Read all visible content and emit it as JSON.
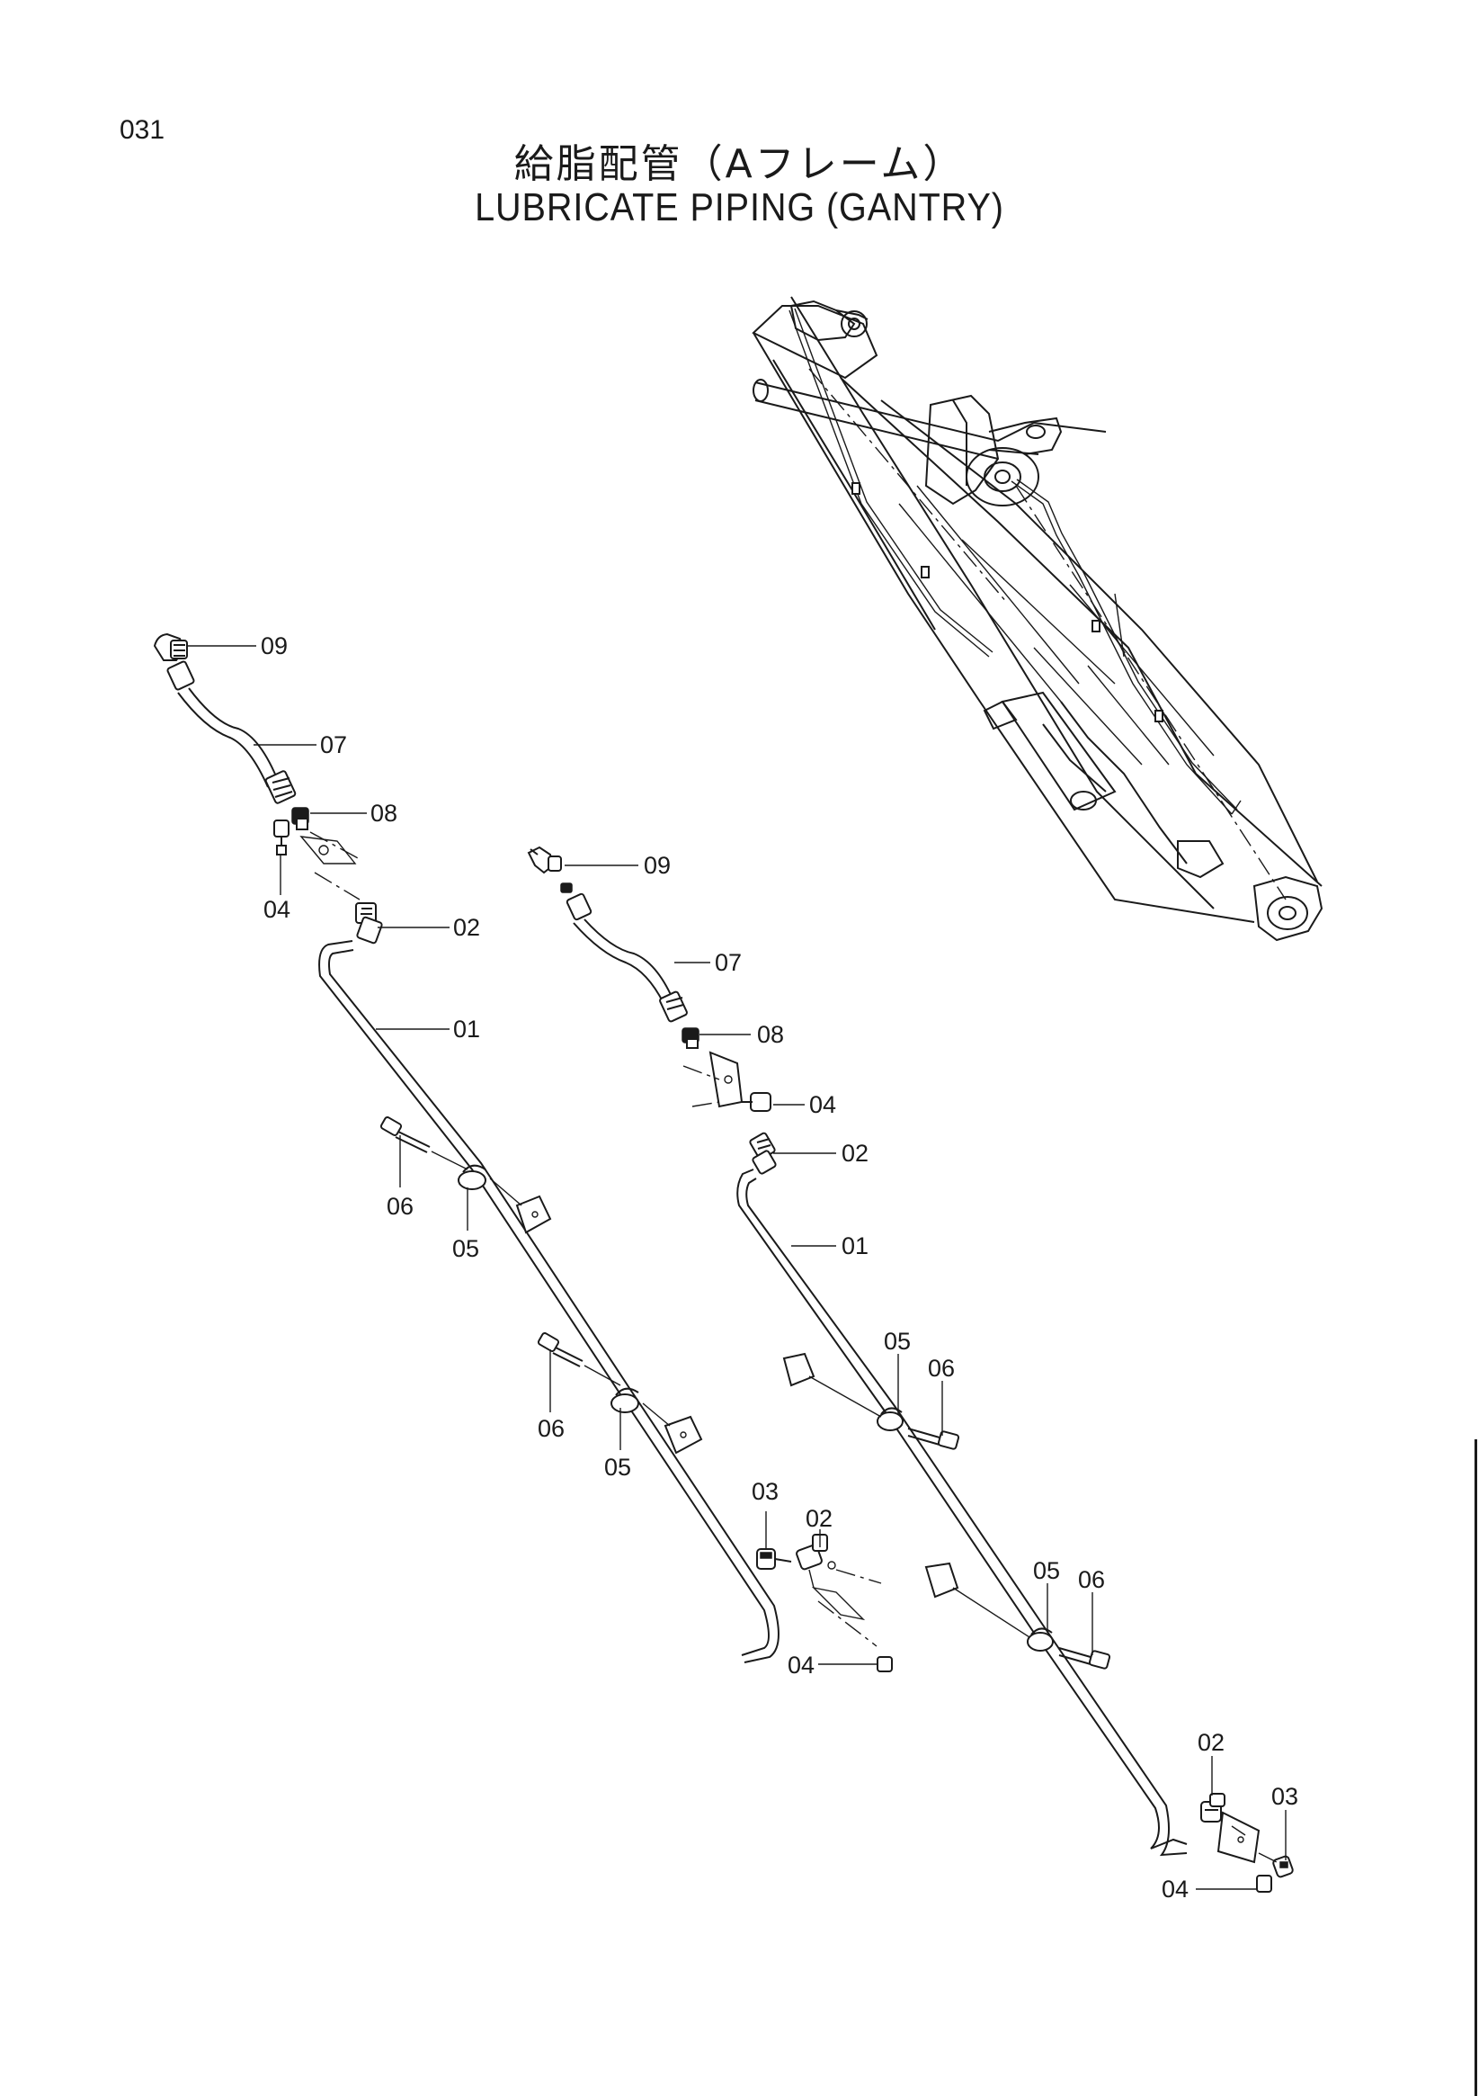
{
  "page": {
    "number": "031",
    "title_jp": "給脂配管（Aフレーム）",
    "title_en": "LUBRICATE PIPING (GANTRY)"
  },
  "colors": {
    "ink": "#1a1a1a",
    "paper": "#ffffff"
  },
  "callouts": {
    "left": {
      "c09": "09",
      "c07": "07",
      "c08": "08",
      "c04a": "04",
      "c02a": "02",
      "c01": "01",
      "c06a": "06",
      "c05a": "05",
      "c06b": "06",
      "c05b": "05",
      "c03": "03",
      "c02b": "02",
      "c04b": "04"
    },
    "right": {
      "c09": "09",
      "c07": "07",
      "c08": "08",
      "c04a": "04",
      "c02a": "02",
      "c01": "01",
      "c05a": "05",
      "c06a": "06",
      "c05b": "05",
      "c06b": "06",
      "c02b": "02",
      "c03": "03",
      "c04b": "04"
    }
  }
}
